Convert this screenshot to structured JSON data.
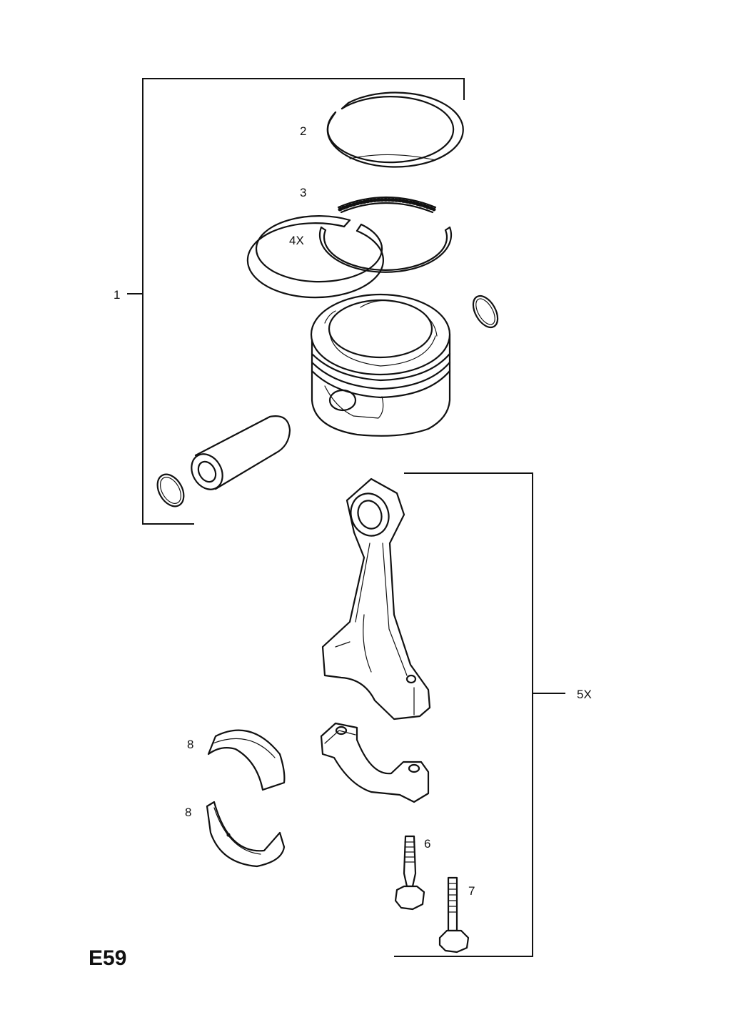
{
  "diagram": {
    "page_code": "E59",
    "callouts": [
      {
        "id": "1",
        "label": "1"
      },
      {
        "id": "2",
        "label": "2"
      },
      {
        "id": "3",
        "label": "3"
      },
      {
        "id": "4",
        "label": "4X"
      },
      {
        "id": "5",
        "label": "5X"
      },
      {
        "id": "6",
        "label": "6"
      },
      {
        "id": "7",
        "label": "7"
      },
      {
        "id": "8a",
        "label": "8"
      },
      {
        "id": "8b",
        "label": "8"
      }
    ]
  }
}
